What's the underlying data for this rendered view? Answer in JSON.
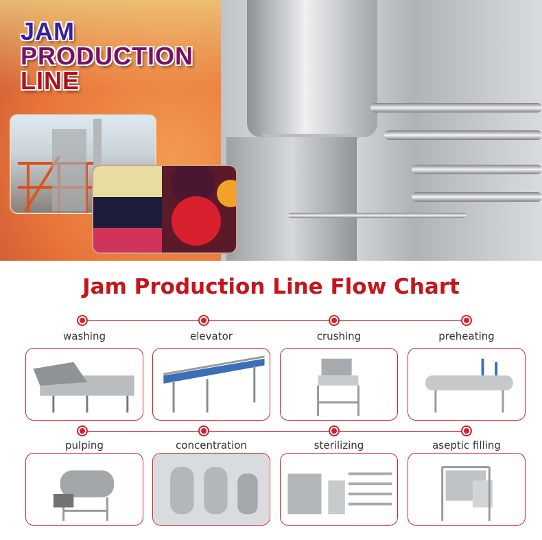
{
  "banner": {
    "title_lines": [
      "JAM",
      "PRODUCTION",
      "LINE"
    ],
    "colors": [
      "#3b1e9c",
      "#7a1064",
      "#b0101e"
    ]
  },
  "heading": "Jam Production Line Flow Chart",
  "steps": [
    {
      "label": "washing"
    },
    {
      "label": "elevator"
    },
    {
      "label": "crushing"
    },
    {
      "label": "preheating"
    },
    {
      "label": "pulping"
    },
    {
      "label": "concentration"
    },
    {
      "label": "sterilizing"
    },
    {
      "label": "aseptic filling"
    }
  ],
  "accent": "#c4161c"
}
